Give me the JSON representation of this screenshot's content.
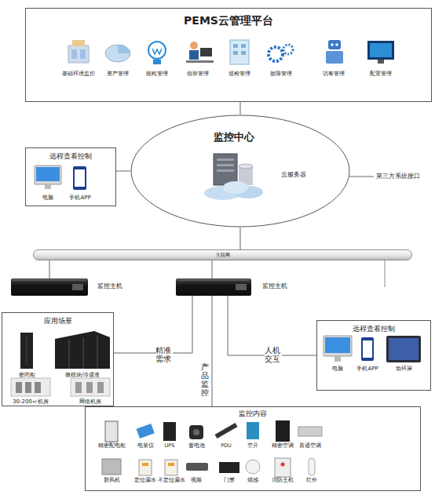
{
  "diagram": {
    "nodes": [
      {
        "text": [
          "PEMS云管理平台"
        ]
      },
      {
        "text": [
          "远程查看控制"
        ]
      },
      {
        "text": [
          "监控中心",
          "云服务器"
        ]
      },
      {
        "text": [
          "互联网"
        ]
      },
      {
        "text": [
          "监控主机"
        ]
      },
      {
        "text": [
          "监控主机"
        ]
      },
      {
        "text": [
          "应用场景"
        ]
      },
      {
        "text": [
          "远程查看控制"
        ]
      },
      {
        "text": [
          "监控内容"
        ]
      }
    ],
    "edges": [
      {
        "from": 0,
        "to": 2,
        "arrow": "none"
      },
      {
        "from": 1,
        "to": 2,
        "arrow": "none"
      },
      {
        "from": 2,
        "to": 3,
        "arrow": "none"
      },
      {
        "from": 3,
        "to": 4,
        "arrow": "none"
      },
      {
        "from": 3,
        "to": 5,
        "arrow": "none"
      },
      {
        "from": 5,
        "to": 6,
        "label": "精准需求",
        "arrow": "none"
      },
      {
        "from": 5,
        "to": 8,
        "label": "产品监控",
        "arrow": "none"
      },
      {
        "from": 5,
        "to": 7,
        "label": "人机交互",
        "arrow": "none"
      }
    ],
    "labels": [
      "基础环境监控",
      "资产管理",
      "能耗管理",
      "值班管理",
      "巡检管理",
      "故障管理",
      "访客管理",
      "配置管理",
      "电脑",
      "手机APP",
      "第三方系统接口",
      "密闭柜",
      "微模块/冷通道",
      "30-200㎡机房",
      "网络机房",
      "电脑",
      "手机APP",
      "动环屏",
      "精密配电柜",
      "电量仪",
      "UPS",
      "蓄电池",
      "PDU",
      "空开",
      "精密空调",
      "普通空调",
      "新风机",
      "定位漏水",
      "不定位漏水",
      "视频",
      "门禁",
      "烟感",
      "消防主机",
      "红外"
    ]
  }
}
